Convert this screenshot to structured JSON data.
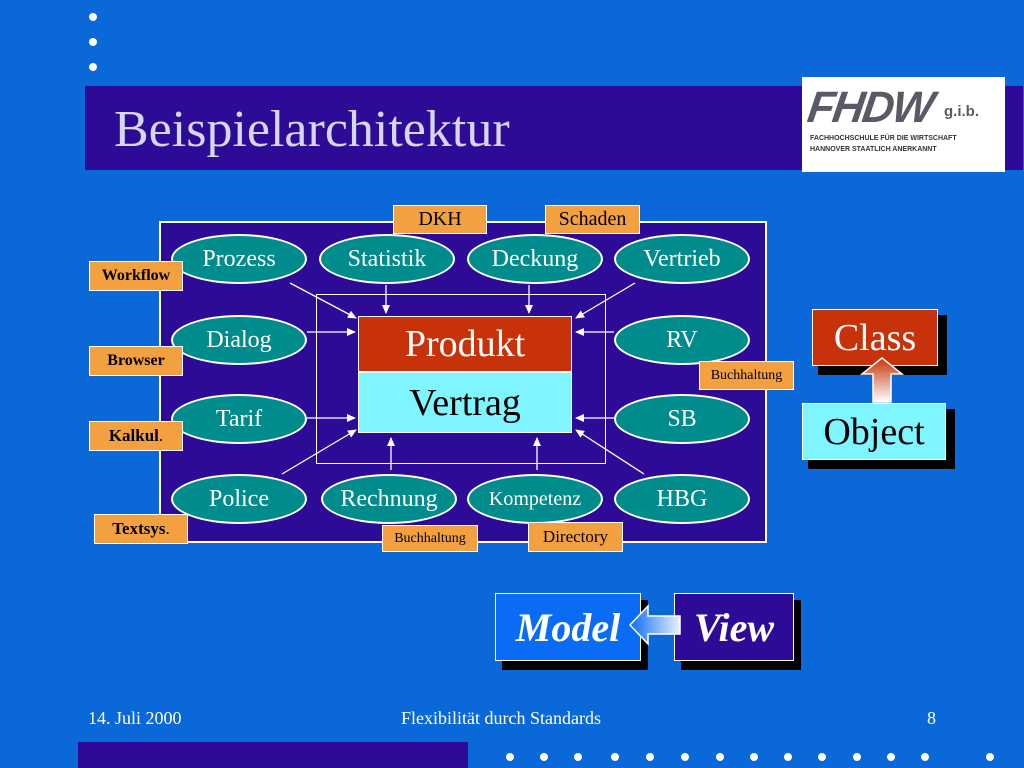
{
  "slide": {
    "title": "Beispielarchitektur"
  },
  "logo": {
    "brand": "FHDW",
    "suffix": "g.i.b.",
    "line1": "FACHHOCHSCHULE FÜR DIE WIRTSCHAFT",
    "line2": "HANNOVER          STAATLICH ANERKANNT"
  },
  "diagram": {
    "center_top": "Produkt",
    "center_bottom": "Vertrag",
    "ellipses": {
      "prozess": "Prozess",
      "statistik": "Statistik",
      "deckung": "Deckung",
      "vertrieb": "Vertrieb",
      "dialog": "Dialog",
      "rv": "RV",
      "tarif": "Tarif",
      "sb": "SB",
      "police": "Police",
      "rechnung": "Rechnung",
      "kompetenz": "Kompetenz",
      "hbg": "HBG"
    },
    "labels": {
      "dkh": "DKH",
      "schaden": "Schaden",
      "workflow": "Workflow",
      "browser": "Browser",
      "kalkul": "Kalkul",
      "kalkul_dot": ".",
      "textsys": "Textsys",
      "textsys_dot": ".",
      "buchhaltung_right": "Buchhaltung",
      "buchhaltung_bottom": "Buchhaltung",
      "directory": "Directory"
    }
  },
  "legend": {
    "class": "Class",
    "object": "Object"
  },
  "mvc": {
    "model": "Model",
    "view": "View"
  },
  "footer": {
    "date": "14. Juli 2000",
    "center": "Flexibilität durch Standards",
    "page": "8"
  },
  "colors": {
    "background": "#0a68d8",
    "band": "#2e0b96",
    "ellipse": "#008c8c",
    "label": "#f3a040",
    "produkt": "#c8320a",
    "vertrag": "#7ff5ff"
  }
}
